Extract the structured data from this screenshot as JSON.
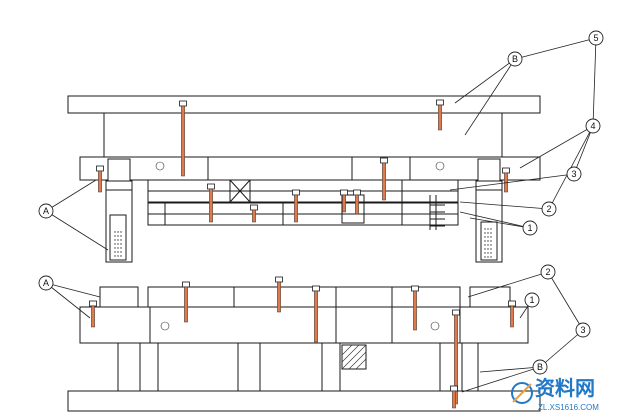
{
  "callouts": {
    "five": "5",
    "B_top": "B",
    "four": "4",
    "three_top": "3",
    "two_top": "2",
    "one_top": "1",
    "A_top": "A",
    "A_bottom": "A",
    "two_bottom": "2",
    "one_bottom": "1",
    "three_bottom": "3",
    "B_bottom": "B"
  },
  "colors": {
    "line": "#1a1a1a",
    "screw": "#e07a4a",
    "watermark": "#1f78c8"
  },
  "watermark": {
    "brand": "资料网",
    "url": "ZL.XS1616.COM"
  }
}
